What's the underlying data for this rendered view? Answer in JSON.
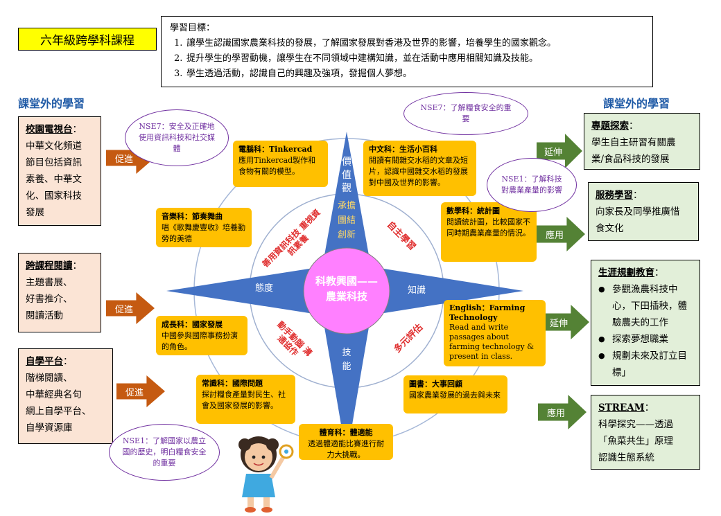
{
  "title": "六年級跨學科課程",
  "objectives": {
    "heading": "學習目標：",
    "items": [
      {
        "num": "1.",
        "text": "讓學生認識國家農業科技的發展，了解國家發展對香港及世界的影響，培養學生的國家觀念。"
      },
      {
        "num": "2.",
        "text": "提升學生的學習動機，讓學生在不同領域中建構知識，並在活動中應用相關知識及技能。"
      },
      {
        "num": "3.",
        "text": "學生透過活動，認識自己的興趣及強項，發掘個人夢想。"
      }
    ]
  },
  "left_header": "課堂外的學習",
  "right_header": "課堂外的學習",
  "left_boxes": [
    {
      "title": "校園電視台",
      "colon": "：",
      "lines": [
        "中華文化頻道",
        "節目包括資訊",
        "素養、中華文",
        "化、國家科技",
        "發展"
      ]
    },
    {
      "title": "跨課程閱讀",
      "colon": "：",
      "lines": [
        "主題書展、",
        "好書推介、",
        "閱讀活動"
      ]
    },
    {
      "title": "自學平台",
      "colon": "：",
      "lines": [
        "階梯閱讀、",
        "中華經典名句",
        "網上自學平台、",
        "自學資源庫"
      ]
    }
  ],
  "left_arrows": [
    "促進",
    "促進",
    "促進"
  ],
  "right_boxes": [
    {
      "title": "專題探索",
      "colon": "：",
      "lines": [
        "學生自主研習有關農",
        "業/食品科技的發展"
      ]
    },
    {
      "title": "服務學習",
      "colon": "：",
      "lines": [
        "向家長及同學推廣惜",
        "食文化"
      ]
    },
    {
      "title": "生涯規劃教育",
      "colon": "：",
      "bullets": [
        "參觀漁農科技中心，下田插秧，體驗農夫的工作",
        "探索夢想職業",
        "規劃未來及訂立目標」"
      ]
    },
    {
      "title": "STREAM",
      "colon": "：",
      "lines": [
        "科學探究——透過",
        "「魚菜共生」原理",
        "認識生態系統"
      ]
    }
  ],
  "right_arrows": [
    "延伸",
    "應用",
    "延伸",
    "應用"
  ],
  "center": {
    "line1": "科教興國——",
    "line2": "農業科技",
    "points": {
      "top": "價值觀",
      "left": "態度",
      "right": "知識",
      "bottom": "技能"
    },
    "top_inner": [
      "承擔",
      "團結",
      "創新"
    ],
    "ring_labels": {
      "upper_left": "善用資訊科技 重視資訊素養",
      "upper_right": "自主學習",
      "lower_left": "動手動腦 溝通協作",
      "lower_right": "多元評估"
    }
  },
  "subjects": [
    {
      "title": "電腦科：Tinkercad",
      "body": "應用Tinkercad製作和食物有關的模型。"
    },
    {
      "title": "中文科：生活小百科",
      "body": "閱讀有關雜交水稻的文章及短片，認識中國雜交水稻的發展對中國及世界的影響。"
    },
    {
      "title": "音樂科：節奏舞曲",
      "body": "唱《歌舞慶豐收》培養勤勞的美德"
    },
    {
      "title": "數學科：統計圖",
      "body": "閱讀統計圖，比較國家不同時期農業產量的情況。"
    },
    {
      "title": "成長科：國家發展",
      "body": "中國參與國際事務扮演的角色。"
    },
    {
      "title": "English：Farming Technology",
      "body": "Read and write passages about farming technology & present in class."
    },
    {
      "title": "常識科：國際問題",
      "body": "探討糧食產量對民生、社會及國家發展的影響。"
    },
    {
      "title": "圖書：大事回顧",
      "body": "國家農業發展的過去與未來"
    },
    {
      "title": "體育科：體適能",
      "body": "透過體適能比賽進行耐力大挑戰。"
    }
  ],
  "bubbles": [
    {
      "text": "NSE7：安全及正確地使用資訊科技和社交媒體"
    },
    {
      "text": "NSE7：了解糧食安全的重要"
    },
    {
      "text": "NSE1：了解科技對農業產量的影響"
    },
    {
      "text": "NSE1：了解國家以農立國的歷史，明白糧食安全的重要"
    }
  ],
  "colors": {
    "title_bg": "#ffff00",
    "left_box": "#fbe4d5",
    "right_box": "#e2efd9",
    "subject": "#ffc000",
    "star": "#4472c4",
    "circle": "#ff80ff",
    "orange_arrow": "#c55a11",
    "green_arrow": "#548235",
    "header_blue": "#1f5aa6",
    "ring_text": "#e03030",
    "bubble": "#7030a0"
  }
}
